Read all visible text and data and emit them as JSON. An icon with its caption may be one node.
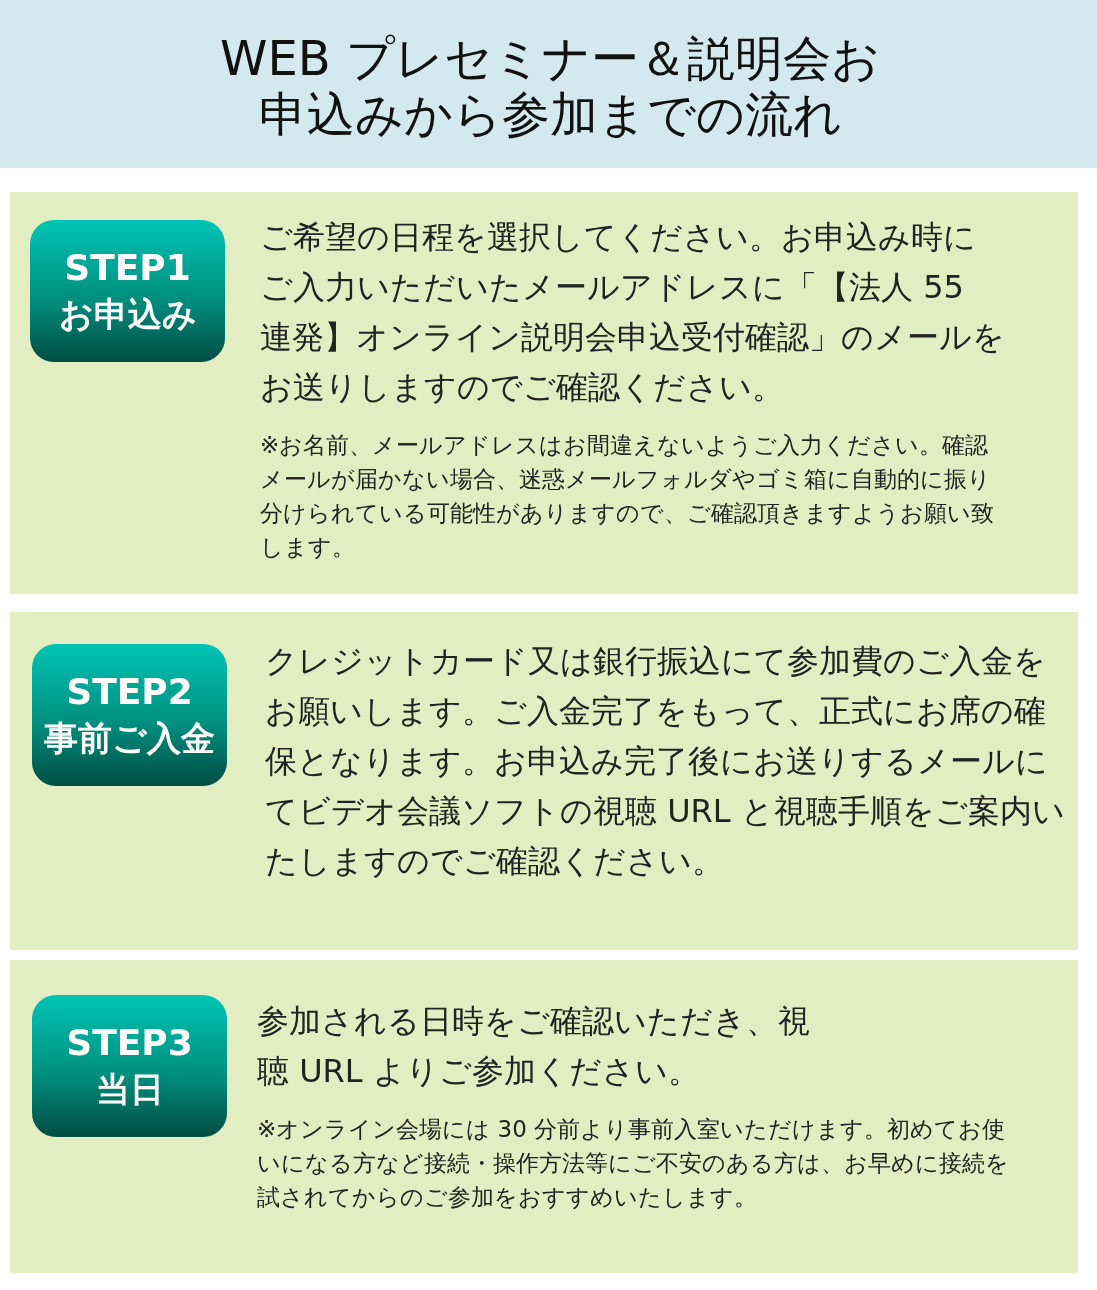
{
  "diagram": {
    "title": "WEB プレセミナー＆説明会お申込みから参加までの流れ",
    "nodes": [
      {
        "text": [
          "ご希望の日程を選択してください。お申込み時にご入力いただいたメールアドレスに「【法人 55 連発】オンライン説明会申込受付確認」のメールをお送りしますのでご確認ください。",
          "※お名前、メールアドレスはお間違えないようご入力ください。確認メールが届かない場合、迷惑メールフォルダやゴミ箱に自動的に振り分けられている可能性がありますので、ご確認頂きますようお願い致します。"
        ]
      },
      {
        "text": [
          "STEP1",
          "お申込み"
        ],
        "in": 0
      },
      {
        "text": [
          "クレジットカード又は銀行振込にて参加費のご入金をお願いします。ご入金完了をもって、正式にお席の確保となります。お申込み完了後にお送りするメールにてビデオ会議ソフトの視聴 URL と視聴手順をご案内いたしますのでご確認ください。"
        ]
      },
      {
        "text": [
          "STEP2",
          "事前ご入金"
        ],
        "in": 2
      },
      {
        "text": [
          "参加される日時をご確認いただき、視聴 URL よりご参加ください。",
          "※オンライン会場には 30 分前より事前入室いただけます。初めてお使いになる方など接続・操作方法等にご不安のある方は、お早めに接続を試されてからのご参加をおすすめいたします。"
        ]
      },
      {
        "text": [
          "STEP3",
          "当日"
        ],
        "in": 4
      }
    ]
  }
}
